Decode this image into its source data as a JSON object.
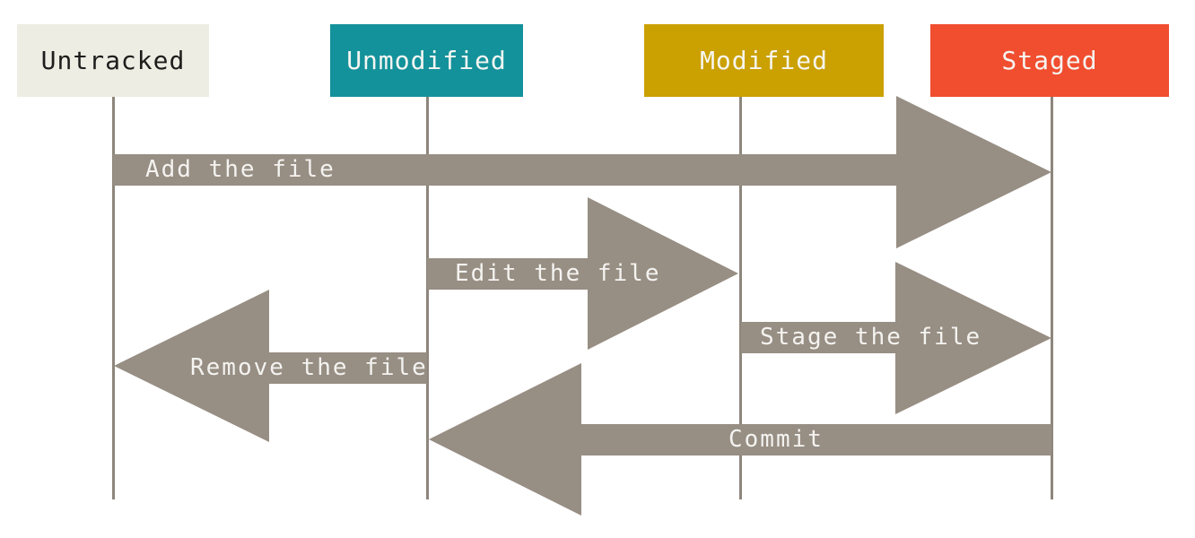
{
  "diagram": {
    "kind": "git-file-status-lifecycle",
    "arrow_color": "#978E84",
    "lifeline_color": "#8D867C",
    "label_text_color": "#F4F3F0",
    "states": [
      {
        "label": "Untracked",
        "color": "#EDEDE4",
        "text_color": "#1D1D1B"
      },
      {
        "label": "Unmodified",
        "color": "#14929B",
        "text_color": "#F6F6F2"
      },
      {
        "label": "Modified",
        "color": "#CBA001",
        "text_color": "#F6F6F2"
      },
      {
        "label": "Staged",
        "color": "#F04E2F",
        "text_color": "#F6F6F2"
      }
    ],
    "transitions": [
      {
        "label": "Add the file",
        "from": "Untracked",
        "to": "Staged",
        "direction": "right"
      },
      {
        "label": "Edit the file",
        "from": "Unmodified",
        "to": "Modified",
        "direction": "right"
      },
      {
        "label": "Stage the file",
        "from": "Modified",
        "to": "Staged",
        "direction": "right"
      },
      {
        "label": "Remove the file",
        "from": "Unmodified",
        "to": "Untracked",
        "direction": "left"
      },
      {
        "label": "Commit",
        "from": "Staged",
        "to": "Unmodified",
        "direction": "left"
      }
    ]
  }
}
